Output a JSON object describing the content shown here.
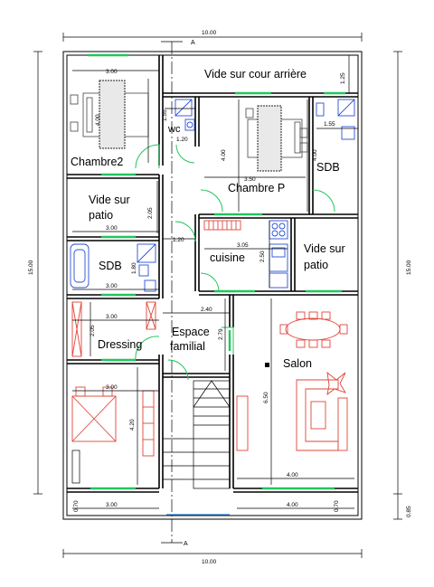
{
  "rooms": {
    "vide_cour": "Vide sur cour  arrière",
    "chambre2": "Chambre2",
    "wc": "wc",
    "chambre_p": "Chambre P",
    "sdb_right": "SDB",
    "vide_patio_left_1": "Vide sur",
    "vide_patio_left_2": "patio",
    "cuisine": "cuisine",
    "vide_patio_right_1": "Vide sur",
    "vide_patio_right_2": "patio",
    "sdb_left": "SDB",
    "dressing": "Dressing",
    "espace_1": "Espace",
    "espace_2": "familial",
    "salon": "Salon"
  },
  "section_marker": {
    "top": "A",
    "bottom": "A"
  },
  "dimensions": {
    "overall_width_top": "10.00",
    "overall_width_bottom": "10.00",
    "overall_height_left": "15.00",
    "overall_height_right": "15.00",
    "bottom_right_offset": "0.85",
    "ch2_width": "3.00",
    "bed2_length": "4.00",
    "vide_cour_height": "1.25",
    "wc_width": "1.55",
    "wc_depth": "1.20",
    "sdb_right_width": "1.55",
    "sdb_right_height": "4.00",
    "chp_height": "4.00",
    "chp_width": "3.50",
    "patio_left_height": "2.05",
    "patio_left_width": "3.00",
    "corridor_mid": "1.20",
    "cuisine_width": "3.05",
    "cuisine_depth": "2.50",
    "sdb_left_depth": "1.80",
    "sdb_left_width": "3.00",
    "dressing_width": "3.00",
    "dressing_height": "2.05",
    "espace_width": "2.40",
    "espace_height": "2.79",
    "chambre_width": "3.00",
    "chambre_height": "4.20",
    "salon_height": "6.50",
    "salon_width": "4.00",
    "balcony_left_depth": "0.70",
    "balcony_left_width": "3.00",
    "balcony_right_width": "4.00",
    "balcony_right_depth": "0.70"
  }
}
